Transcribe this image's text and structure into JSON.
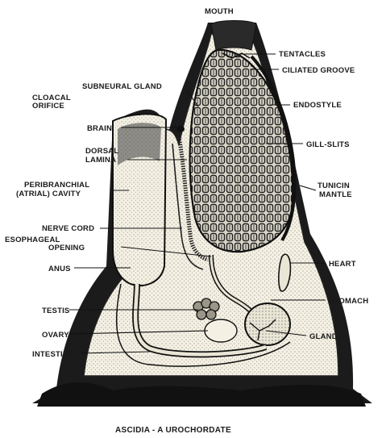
{
  "labels": {
    "mouth": "MOUTH",
    "tentacles": "TENTACLES",
    "ciliated_groove": "CILIATED GROOVE",
    "subneural_gland": "SUBNEURAL GLAND",
    "cloacal_orifice_1": "CLOACAL",
    "cloacal_orifice_2": "ORIFICE",
    "endostyle": "ENDOSTYLE",
    "brain": "BRAIN",
    "gill_slits": "GILL-SLITS",
    "dorsal_lamina_1": "DORSAL",
    "dorsal_lamina_2": "LAMINA",
    "peribranchial_1": "PERIBRANCHIAL",
    "peribranchial_2": "(ATRIAL) CAVITY",
    "tunicin_1": "TUNICIN",
    "tunicin_2": "MANTLE",
    "nerve_cord": "NERVE CORD",
    "esophageal_1": "ESOPHAGEAL",
    "esophageal_2": "OPENING",
    "heart": "HEART",
    "anus": "ANUS",
    "stomach": "STOMACH",
    "testis": "TESTIS",
    "ovary": "OVARY",
    "gland": "GLAND",
    "intestine": "INTESTINE"
  },
  "caption": "ASCIDIA - A UROCHORDATE"
}
